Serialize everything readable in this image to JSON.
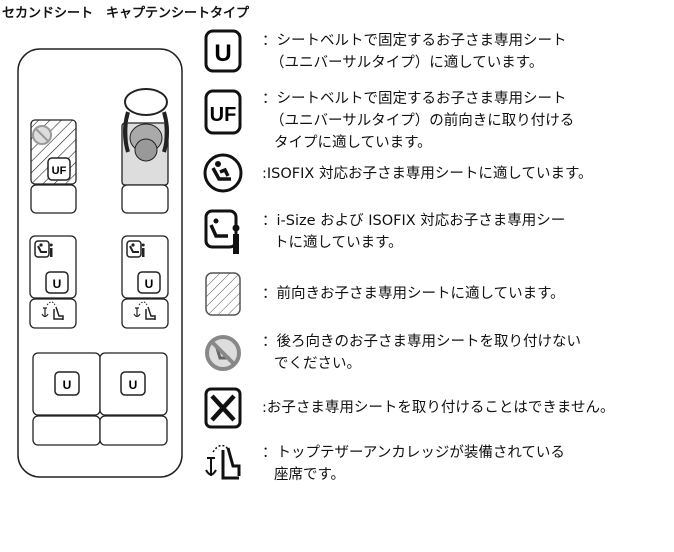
{
  "title": "セカンドシート　キャプテンシートタイプ",
  "diagram": {
    "badge_u": "U",
    "badge_uf": "UF"
  },
  "legend": [
    {
      "icon": "universal-badge-icon",
      "badge": "U",
      "lines": [
        "：シートベルトで固定するお子さま専用シート",
        "（ユニバーサルタイプ）に適しています。"
      ]
    },
    {
      "icon": "universal-forward-badge-icon",
      "badge": "UF",
      "lines": [
        "：シートベルトで固定するお子さま専用シート",
        "（ユニバーサルタイプ）の前向きに取り付ける",
        "タイプに適しています。"
      ]
    },
    {
      "icon": "isofix-icon",
      "lines": [
        ":ISOFIX 対応お子さま専用シートに適しています。"
      ]
    },
    {
      "icon": "i-size-icon",
      "lines": [
        "：i-Size および ISOFIX 対応お子さま専用シー",
        "トに適しています。"
      ]
    },
    {
      "icon": "hatched-forward-icon",
      "lines": [
        "：前向きお子さま専用シートに適しています。"
      ]
    },
    {
      "icon": "no-rear-facing-icon",
      "lines": [
        "：後ろ向きのお子さま専用シートを取り付けない",
        "でください。"
      ]
    },
    {
      "icon": "prohibited-x-icon",
      "lines": [
        ":お子さま専用シートを取り付けることはできません。"
      ]
    },
    {
      "icon": "top-tether-anchor-icon",
      "lines": [
        "：トップテザーアンカレッジが装備されている",
        "座席です。"
      ]
    }
  ]
}
